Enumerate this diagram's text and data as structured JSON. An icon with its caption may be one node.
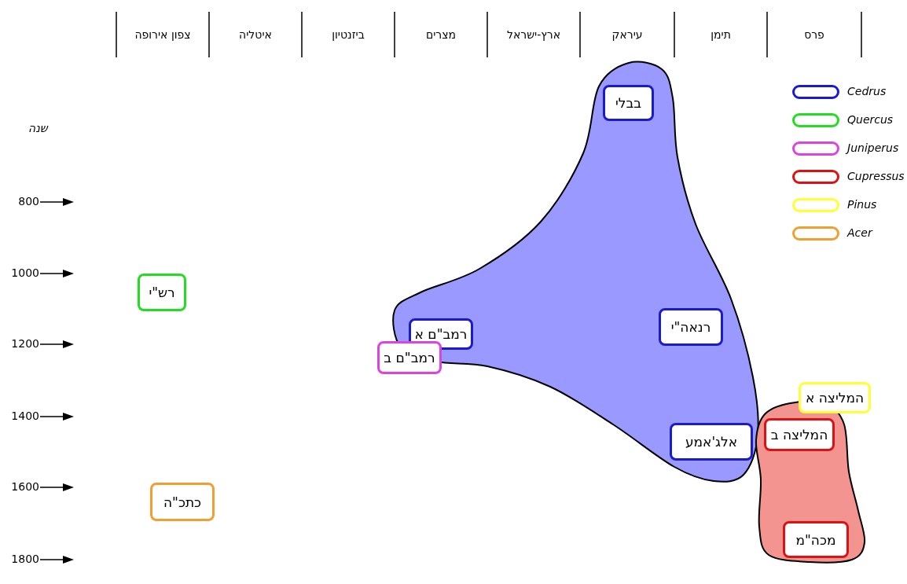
{
  "diagram": {
    "nodes": [
      {
        "text": [],
        "shape": "cloud"
      },
      {
        "text": [
          "בבלי"
        ],
        "in": 0
      },
      {
        "text": [
          "רש\"י"
        ]
      },
      {
        "text": [
          "רמב\"ם א"
        ],
        "in": 0
      },
      {
        "text": [
          "רנאה\"י"
        ],
        "in": 0
      },
      {
        "text": [
          "רמב\"ם ב"
        ]
      },
      {
        "text": [],
        "shape": "cloud"
      },
      {
        "text": [
          "המליצה א"
        ]
      },
      {
        "text": [
          "המליצה ב"
        ],
        "in": 6
      },
      {
        "text": [
          "אלג'אמע"
        ],
        "in": 0
      },
      {
        "text": [
          "כתכ\"ה"
        ]
      },
      {
        "text": [
          "מכה\"מ"
        ],
        "in": 6
      }
    ],
    "edges": [],
    "labels": [
      "פרס",
      "תימן",
      "עיראק",
      "ארץ-ישראל",
      "מצרים",
      "ביזנטיון",
      "איטליה",
      "צפון אירופה",
      "שנה",
      "800",
      "1000",
      "1200",
      "1400",
      "1600",
      "1800"
    ],
    "legend": [
      {
        "text": "Cedrus",
        "color": "#1a1ad0"
      },
      {
        "text": "Quercus",
        "color": "#22dd22"
      },
      {
        "text": "Juniperus",
        "color": "#dd44dd"
      },
      {
        "text": "Cupressus",
        "color": "#dd1111"
      },
      {
        "text": "Pinus",
        "color": "#ffff33"
      },
      {
        "text": "Acer",
        "color": "#f0a030"
      }
    ]
  }
}
